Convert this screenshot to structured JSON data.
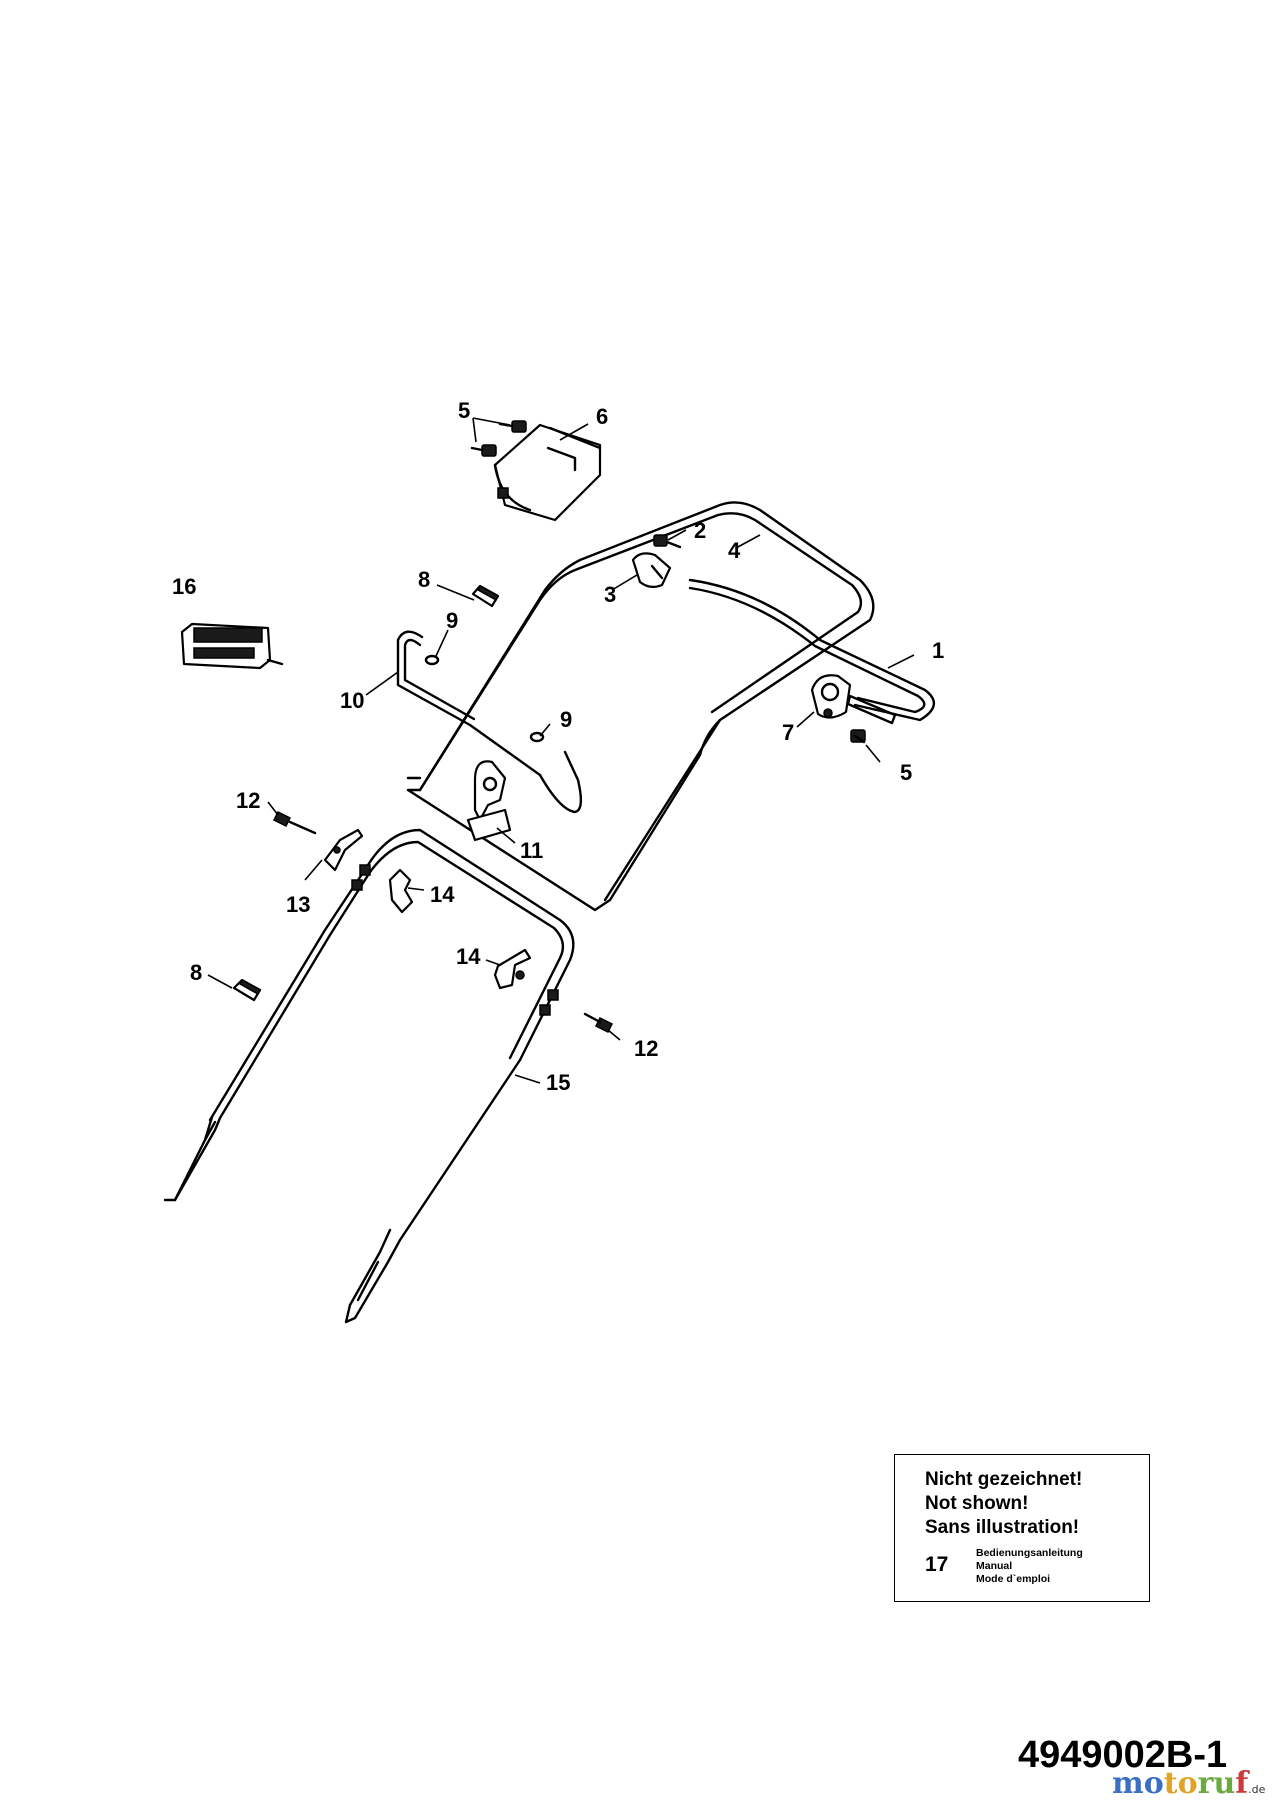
{
  "diagram": {
    "callouts": [
      {
        "id": "c1",
        "label": "1"
      },
      {
        "id": "c2",
        "label": "2"
      },
      {
        "id": "c3",
        "label": "3"
      },
      {
        "id": "c4",
        "label": "4"
      },
      {
        "id": "c5a",
        "label": "5"
      },
      {
        "id": "c5b",
        "label": "5"
      },
      {
        "id": "c6",
        "label": "6"
      },
      {
        "id": "c7",
        "label": "7"
      },
      {
        "id": "c8a",
        "label": "8"
      },
      {
        "id": "c8b",
        "label": "8"
      },
      {
        "id": "c9a",
        "label": "9"
      },
      {
        "id": "c9b",
        "label": "9"
      },
      {
        "id": "c10",
        "label": "10"
      },
      {
        "id": "c11",
        "label": "11"
      },
      {
        "id": "c12a",
        "label": "12"
      },
      {
        "id": "c12b",
        "label": "12"
      },
      {
        "id": "c13",
        "label": "13"
      },
      {
        "id": "c14a",
        "label": "14"
      },
      {
        "id": "c14b",
        "label": "14"
      },
      {
        "id": "c15",
        "label": "15"
      },
      {
        "id": "c16",
        "label": "16"
      }
    ]
  },
  "not_shown": {
    "line_de": "Nicht gezeichnet!",
    "line_en": "Not shown!",
    "line_fr": "Sans illustration!",
    "item_number": "17",
    "item_desc_de": "Bedienungsanleitung",
    "item_desc_en": "Manual",
    "item_desc_fr": "Mode d`emploi"
  },
  "drawing_number": "4949002B-1",
  "watermark": {
    "part_a": "mo",
    "part_b": "to",
    "part_c": "ru",
    "part_d": "f",
    "tld": ".de"
  }
}
